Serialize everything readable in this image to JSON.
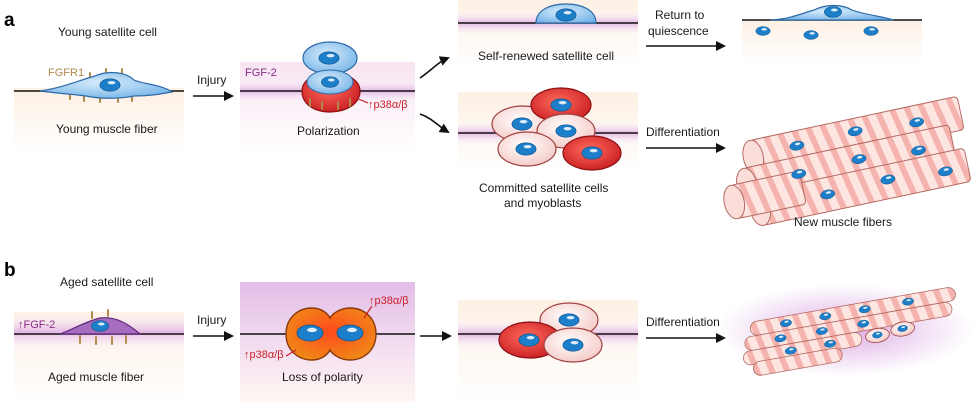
{
  "panel_a": {
    "label": "a",
    "young_satellite_cell": "Young satellite cell",
    "fgfr1": "FGFR1",
    "young_muscle_fiber": "Young muscle fiber",
    "injury": "Injury",
    "fgf2": "FGF-2",
    "p38": "↑p38α/β",
    "polarization": "Polarization",
    "self_renewed": "Self-renewed satellite cell",
    "return_line1": "Return to",
    "return_line2": "quiescence",
    "committed_line1": "Committed satellite cells",
    "committed_line2": "and myoblasts",
    "differentiation": "Differentiation",
    "new_fibers": "New muscle fibers"
  },
  "panel_b": {
    "label": "b",
    "aged_satellite_cell": "Aged satellite cell",
    "fgf2": "↑FGF-2",
    "aged_muscle_fiber": "Aged muscle fiber",
    "injury": "Injury",
    "p38_top": "↑p38α/β",
    "p38_bottom": "↑p38α/β",
    "loss_of_polarity": "Loss of polarity",
    "differentiation": "Differentiation"
  },
  "colors": {
    "fiber_fill": "#fdf1e6",
    "niche_band": "#e9c9e9",
    "quiescent_cell": "#8fc3ee",
    "nucleus": "#1d7fc9",
    "committed_cell": "#d8272a",
    "myoblast": "#f7d3d0",
    "aged_band": "#d7a9dc",
    "aged_cell": "#a06ab8",
    "polarity_loss": "#f07a1e"
  }
}
